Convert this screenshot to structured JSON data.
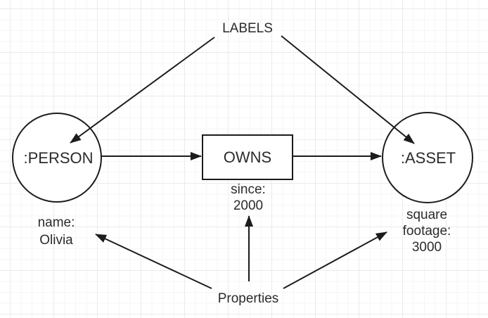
{
  "captions": {
    "labels": "LABELS",
    "properties": "Properties"
  },
  "nodes": {
    "person": ":PERSON",
    "owns": "OWNS",
    "asset": ":ASSET"
  },
  "annotations": {
    "person": {
      "line1": "name:",
      "line2": "Olivia"
    },
    "owns": {
      "line1": "since:",
      "line2": "2000"
    },
    "asset": {
      "line1": "square",
      "line2": "footage:",
      "line3": "3000"
    }
  },
  "colors": {
    "stroke": "#1c1c1c",
    "text": "#2b2b2b",
    "canvas-bg": "#ffffff",
    "shape-fill": "#ffffff",
    "grid-minor": "#f6f6f6",
    "grid-major": "#ebebeb"
  }
}
